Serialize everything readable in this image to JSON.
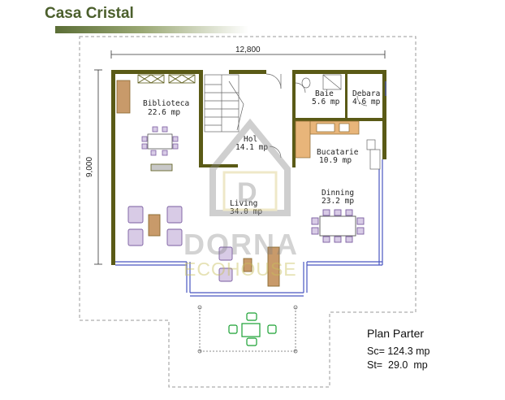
{
  "title": "Casa Cristal",
  "dimensions": {
    "width": "12,800",
    "depth": "9,000"
  },
  "rooms": [
    {
      "name": "Biblioteca",
      "area": "22.6 mp"
    },
    {
      "name": "Hol",
      "area": "14.1 mp"
    },
    {
      "name": "Baie",
      "area": "5.6 mp"
    },
    {
      "name": "Debara",
      "area": "4.6 mp"
    },
    {
      "name": "Bucatarie",
      "area": "10.9 mp"
    },
    {
      "name": "Dinning",
      "area": "23.2 mp"
    },
    {
      "name": "Living",
      "area": "34.0 mp"
    }
  ],
  "legend": {
    "title": "Plan Parter",
    "sc": "Sc= 124.3 mp",
    "st": "St=  29.0  mp"
  },
  "watermark": {
    "main": "DORNA",
    "sub": "ECOHOUSE"
  },
  "colors": {
    "wall": "#5a5a16",
    "glass": "#4a56c0",
    "furniture": "#7a5ca0",
    "terrace_furniture": "#19a032",
    "title": "#4b5f2c"
  }
}
